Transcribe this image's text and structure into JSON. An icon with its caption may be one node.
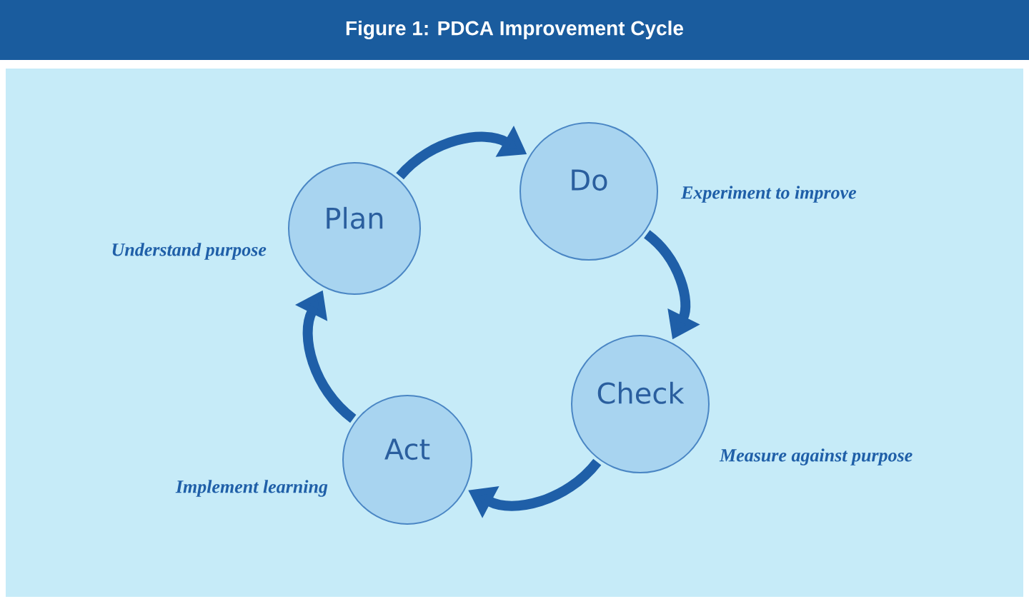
{
  "diagram": {
    "title": "Figure 1:  PDCA Improvement Cycle",
    "nodes": [
      {
        "text": [
          "Plan"
        ],
        "beside": [
          "Understand purpose"
        ]
      },
      {
        "text": [
          "Do"
        ],
        "beside": [
          "Experiment to improve"
        ]
      },
      {
        "text": [
          "Check"
        ],
        "beside": [
          "Measure against purpose"
        ]
      },
      {
        "text": [
          "Act"
        ],
        "beside": [
          "Implement learning"
        ]
      }
    ],
    "edges": [
      {
        "from": 0,
        "to": 1,
        "arrow": "to"
      },
      {
        "from": 1,
        "to": 2,
        "arrow": "to"
      },
      {
        "from": 2,
        "to": 3,
        "arrow": "to"
      },
      {
        "from": 3,
        "to": 0,
        "arrow": "to"
      }
    ]
  }
}
